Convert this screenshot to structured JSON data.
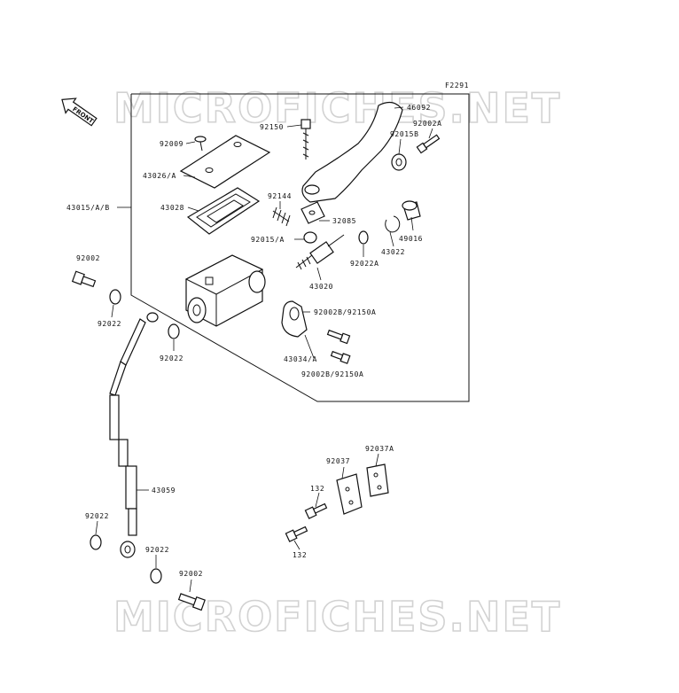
{
  "figure_code": "F2291",
  "watermark": "MICROFICHES.NET",
  "front_label": "FRONT",
  "callouts": {
    "46092": "46092",
    "92150": "92150",
    "92002A": "92002A",
    "92009": "92009",
    "92015B": "92015B",
    "43026A": "43026/A",
    "92144": "92144",
    "43028": "43028",
    "32085": "32085",
    "43015AB": "43015/A/B",
    "92015A": "92015/A",
    "43022": "43022",
    "49016": "49016",
    "92022A": "92022A",
    "92002_top": "92002",
    "43020": "43020",
    "92022_a": "92022",
    "92002B_92150A_top": "92002B/92150A",
    "92022_b": "92022",
    "43034A": "43034/A",
    "92002B_92150A_bot": "92002B/92150A",
    "92037A": "92037A",
    "92037": "92037",
    "43059": "43059",
    "132_top": "132",
    "92022_c": "92022",
    "132_bot": "132",
    "92022_d": "92022",
    "92002_bot": "92002"
  }
}
